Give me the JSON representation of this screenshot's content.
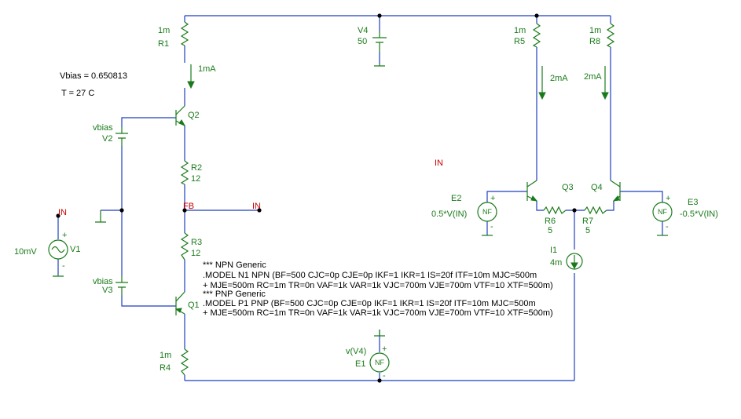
{
  "texts": {
    "vbias_note": "Vbias = 0.650813",
    "temp_note": "T = 27 C",
    "r1_value": "1m",
    "r1_name": "R1",
    "r2_name": "R2",
    "r2_value": "12",
    "r3_name": "R3",
    "r3_value": "12",
    "r4_value": "1m",
    "r4_name": "R4",
    "r5_value": "1m",
    "r5_name": "R5",
    "r6_name": "R6",
    "r6_value": "5",
    "r7_name": "R7",
    "r7_value": "5",
    "r8_value": "1m",
    "r8_name": "R8",
    "q1_name": "Q1",
    "q2_name": "Q2",
    "q3_name": "Q3",
    "q4_name": "Q4",
    "v1_name": "V1",
    "v1_value": "10mV",
    "v2_value": "vbias",
    "v2_name": "V2",
    "v3_value": "vbias",
    "v3_name": "V3",
    "v4_name": "V4",
    "v4_value": "50",
    "i1_name": "I1",
    "i1_value": "4m",
    "e1_value": "v(V4)",
    "e1_name": "E1",
    "e2_name": "E2",
    "e2_value": "0.5*V(IN)",
    "e3_name": "E3",
    "e3_value": "-0.5*V(IN)",
    "cur_q2": "1mA",
    "cur_r5": "2mA",
    "cur_r8": "2mA",
    "node_in_v1": "IN",
    "node_fb": "FB",
    "node_in_fb": "IN",
    "node_in_mid": "IN",
    "nf": "NF",
    "plus": "+",
    "minus": "-"
  },
  "models": [
    "*** NPN Generic",
    ".MODEL N1 NPN (BF=500 CJC=0p CJE=0p IKF=1 IKR=1 IS=20f ITF=10m MJC=500m",
    "+ MJE=500m RC=1m TR=0n VAF=1k VAR=1k VJC=700m VJE=700m VTF=10 XTF=500m)",
    "*** PNP Generic",
    ".MODEL P1 PNP (BF=500 CJC=0p CJE=0p IKF=1 IKR=1 IS=20f ITF=10m MJC=500m",
    "+ MJE=500m RC=1m TR=0n VAF=1k VAR=1k VJC=700m VJE=700m VTF=10 XTF=500m)"
  ],
  "colors": {
    "wire": "#1f3fbf",
    "component": "#1a7a1a",
    "node_label": "#cc0000",
    "text": "#000000"
  }
}
